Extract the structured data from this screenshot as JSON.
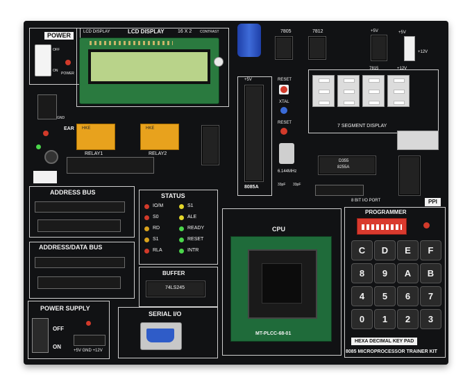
{
  "board": {
    "power_label": "POWER",
    "on_off_small": "OFF",
    "on_small": "ON",
    "power_led_label": "POWER",
    "lcd_display_label": "LCD DISPLAY",
    "lcd_display_title": "LCD DISPLAY",
    "lcd_size": "16 X 2",
    "contrast": "CONTRAST",
    "reg_7805": "7805",
    "reg_7812": "7812",
    "reg_7815": "7815",
    "plus5v_a": "+5V",
    "plus5v_b": "+5V",
    "plus12v_a": "+12V",
    "plus12v_b": "+12V",
    "plus5v_cpu": "+5V",
    "reset_label": "RESET",
    "reset_label_2": "RESET",
    "xtal_label": "XTAL",
    "xtal_freq": "6.144MHz",
    "cap_a": "33pF",
    "cap_b": "33pF",
    "seg_display": "7 SEGMENT DISPLAY",
    "ic_8085a": "8085A",
    "ic_d355": "D355",
    "ic_8255a": "8255A",
    "port_label": "8 BIT I/O PORT",
    "ppi_label": "PPI",
    "ear_label": "EAR",
    "gnd_small": "GND",
    "relay1": "RELAY1",
    "relay2": "RELAY2",
    "relay_text": "HKE",
    "address_bus": "ADDRESS BUS",
    "address_data_bus": "ADDRESS/DATA BUS",
    "power_supply": "POWER SUPPLY",
    "ps_off": "OFF",
    "ps_on": "ON",
    "ps_pins": "+5V GND +12V",
    "status": "STATUS",
    "buffer": "BUFFER",
    "ic_74ls245": "74LS245",
    "serial_io": "SERIAL I/O",
    "cpu": "CPU",
    "cpu_socket": "MT-PLCC-68-01",
    "programmer": "PROGRAMMER",
    "key_pad_label": "HEXA DECIMAL KEY PAD",
    "kit_name": "8085 MICROPROCESSOR TRAINER KIT"
  },
  "status_leds": [
    {
      "label": "IO/M",
      "color": "#d23a2a"
    },
    {
      "label": "S1",
      "color": "#e3d62a"
    },
    {
      "label": "S0",
      "color": "#d23a2a"
    },
    {
      "label": "ALE",
      "color": "#e3d62a"
    },
    {
      "label": "RD",
      "color": "#d8a21d"
    },
    {
      "label": "READY",
      "color": "#4bd64b"
    },
    {
      "label": "S1",
      "color": "#d8a21d"
    },
    {
      "label": "RESET",
      "color": "#4bd64b"
    },
    {
      "label": "RLA",
      "color": "#d23a2a"
    },
    {
      "label": "INTR",
      "color": "#4bd64b"
    }
  ],
  "keypad": [
    "C",
    "D",
    "E",
    "F",
    "8",
    "9",
    "A",
    "B",
    "4",
    "5",
    "6",
    "7",
    "0",
    "1",
    "2",
    "3"
  ],
  "colors": {
    "board": "#111214",
    "lcd": "#b9d38a",
    "relay": "#e8a21d",
    "pcb_green": "#1f6b3a"
  }
}
